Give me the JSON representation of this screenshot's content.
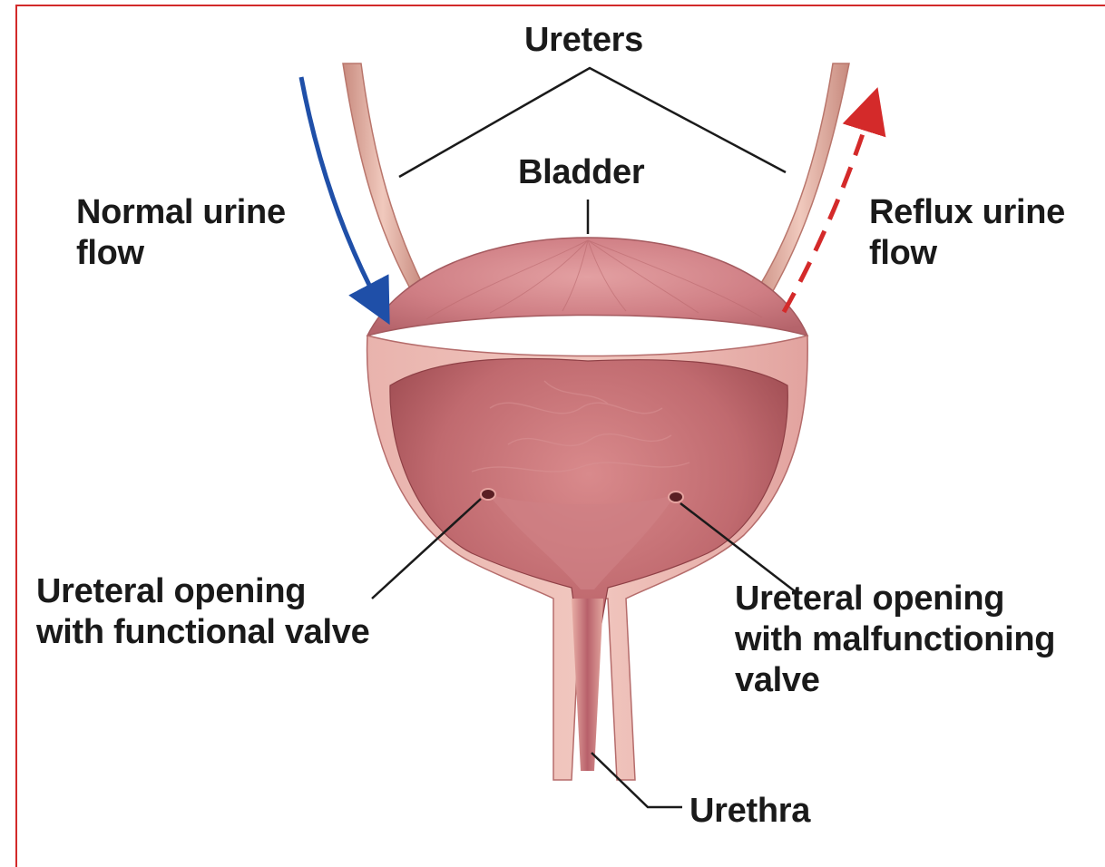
{
  "labels": {
    "ureters": "Ureters",
    "bladder": "Bladder",
    "normal_flow": [
      "Normal urine",
      "flow"
    ],
    "reflux_flow": [
      "Reflux urine",
      "flow"
    ],
    "opening_functional": [
      "Ureteral opening",
      "with functional valve"
    ],
    "opening_malfunctioning": [
      "Ureteral opening",
      "with malfunctioning",
      "valve"
    ],
    "urethra": "Urethra"
  },
  "colors": {
    "normal_flow_arrow": "#1f4fa8",
    "reflux_flow_arrow": "#d42a2a",
    "frame_border": "#d22a2a",
    "tissue_outer": "#d98a8f",
    "tissue_inner": "#b85a60",
    "leader_line": "#1a1a1a"
  }
}
